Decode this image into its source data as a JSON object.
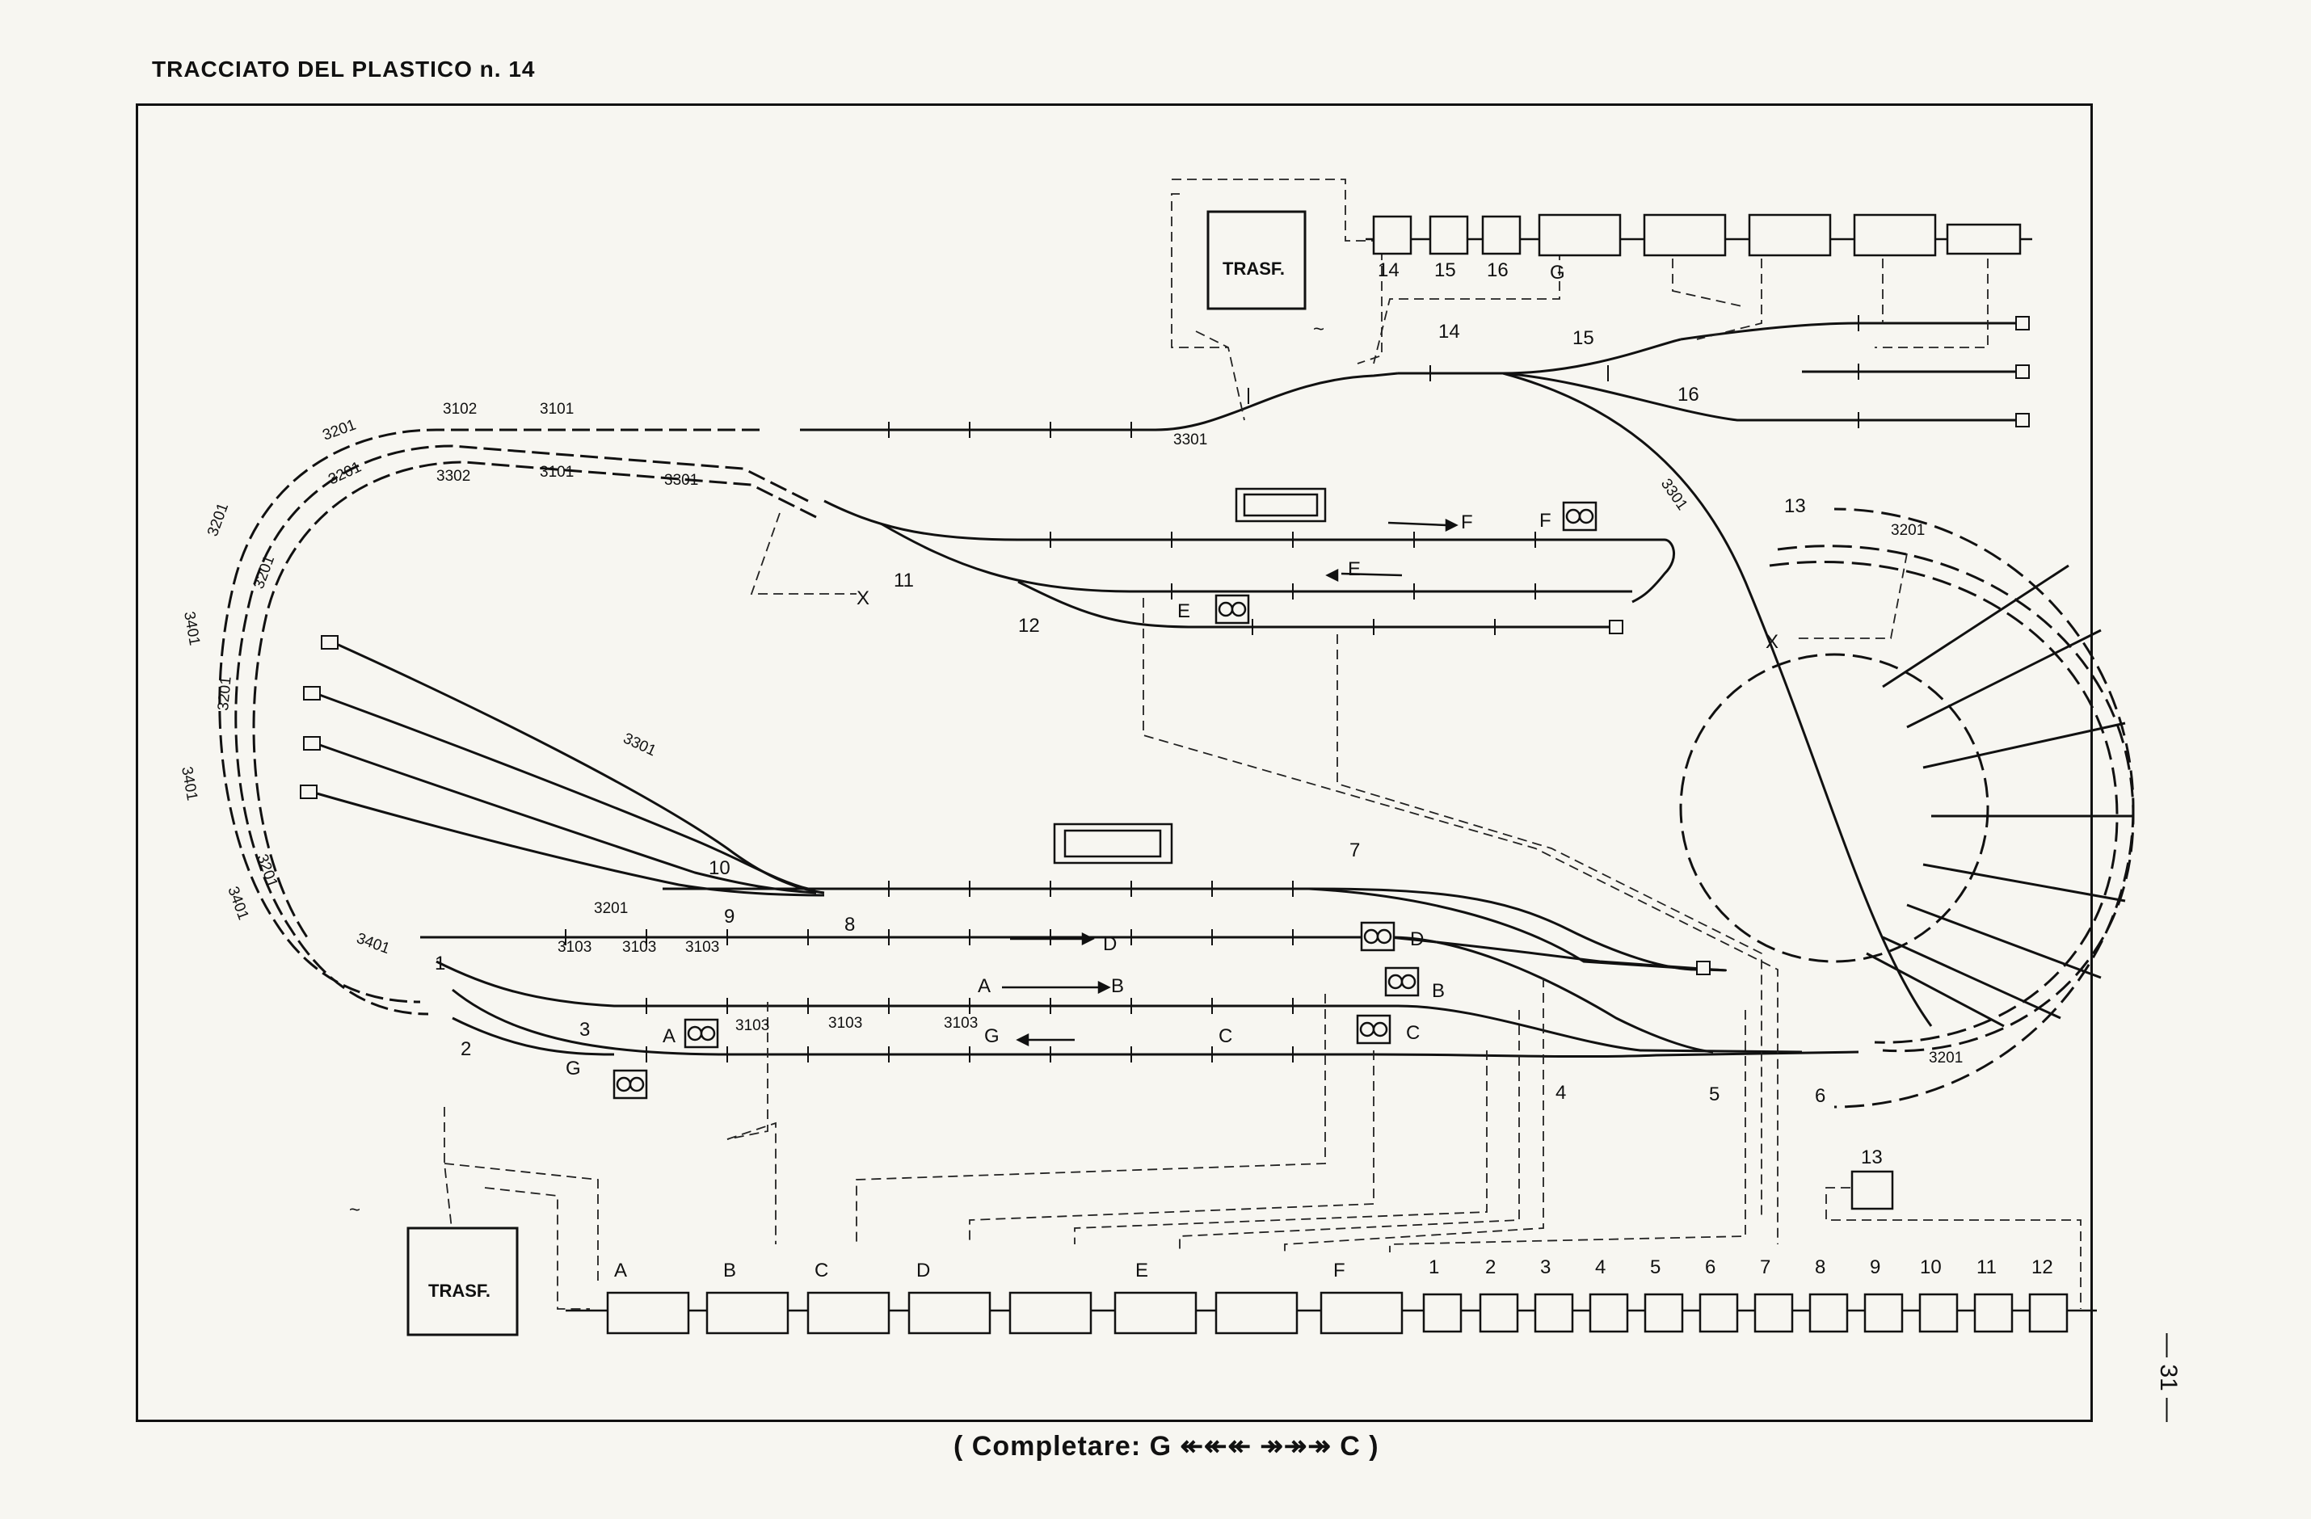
{
  "title": "TRACCIATO DEL PLASTICO n. 14",
  "caption": "( Completare: G ↞↞↞  ↠↠↠ C )",
  "page_number": "— 31 —",
  "transformers": {
    "top": "TRASF.",
    "bottom": "TRASF."
  },
  "ac_symbol": "~",
  "track_codes": {
    "c3102": "3102",
    "c3101a": "3101",
    "c3101b": "3101",
    "c3302": "3302",
    "c3301a": "3301",
    "c3301b": "3301",
    "c3301c": "3301",
    "c3301d": "3301",
    "c3201a": "3201",
    "c3201b": "3201",
    "c3201c": "3201",
    "c3201d": "3201",
    "c3201e": "3201",
    "c3201f": "3201",
    "c3201g": "3201",
    "c3201h": "3201",
    "c3201i": "3201",
    "c3401a": "3401",
    "c3401b": "3401",
    "c3401c": "3401",
    "c3401d": "3401",
    "c3103a": "3103",
    "c3103b": "3103",
    "c3103c": "3103",
    "c3103d": "3103",
    "c3103e": "3103",
    "c3103f": "3103"
  },
  "track_labels": {
    "F": "F",
    "E": "E",
    "D": "D",
    "A": "A",
    "B": "B",
    "G": "G",
    "C": "C",
    "X": "X"
  },
  "switch_numbers": [
    "1",
    "2",
    "3",
    "4",
    "5",
    "6",
    "7",
    "8",
    "9",
    "10",
    "11",
    "12",
    "13",
    "14",
    "15",
    "16"
  ],
  "signal_labels": {
    "F": "F",
    "E": "E",
    "D": "D",
    "B": "B",
    "C": "C",
    "A": "A",
    "G": "G"
  },
  "top_panel": {
    "switch_boxes": [
      "14",
      "15",
      "16"
    ],
    "section_label": "G"
  },
  "bottom_panel": {
    "section_boxes": [
      "A",
      "B",
      "C",
      "D",
      "",
      "E",
      "",
      "F"
    ],
    "switch_boxes": [
      "1",
      "2",
      "3",
      "4",
      "5",
      "6",
      "7",
      "8",
      "9",
      "10",
      "11",
      "12"
    ],
    "extra_box": "13"
  }
}
